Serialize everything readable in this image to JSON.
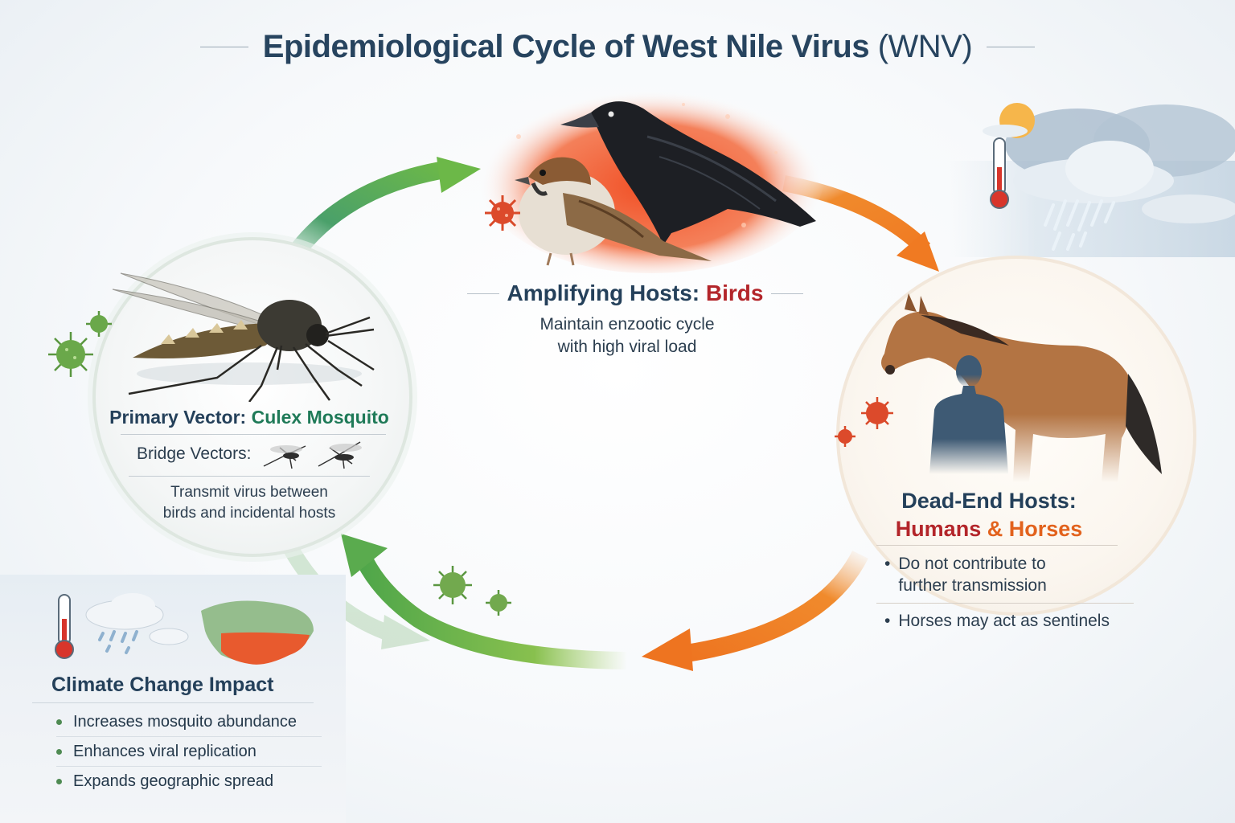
{
  "title": {
    "main": "Epidemiological Cycle of West Nile Virus",
    "abbrev": "(WNV)"
  },
  "amplifying_hosts": {
    "label": "Amplifying Hosts:",
    "highlight": "Birds",
    "description_line1": "Maintain enzootic cycle",
    "description_line2": "with high viral load",
    "illustrations": [
      "crow",
      "sparrow",
      "virus-particle"
    ]
  },
  "primary_vector": {
    "label": "Primary Vector:",
    "highlight": "Culex Mosquito",
    "bridge_label": "Bridge Vectors:",
    "description_line1": "Transmit virus between",
    "description_line2": "birds and incidental hosts",
    "illustrations": [
      "culex-mosquito",
      "bridge-mosquito",
      "bridge-mosquito",
      "virus-particle"
    ]
  },
  "dead_end_hosts": {
    "label": "Dead-End Hosts:",
    "highlight_a": "Humans",
    "ampersand": "&",
    "highlight_b": "Horses",
    "bullets": [
      {
        "line1": "Do not contribute to",
        "line2": "further transmission"
      },
      {
        "line1": "Horses may act as sentinels",
        "line2": ""
      }
    ],
    "illustrations": [
      "horse",
      "human-silhouette",
      "virus-particle"
    ]
  },
  "climate": {
    "title": "Climate Change Impact",
    "bullets": [
      "Increases mosquito abundance",
      "Enhances viral replication",
      "Expands geographic spread"
    ],
    "illustrations": [
      "thermometer",
      "rain-cloud",
      "north-america-map"
    ]
  },
  "cycle_arrows": [
    {
      "from": "mosquito",
      "to": "birds",
      "color": "#5aab4e"
    },
    {
      "from": "birds",
      "to": "dead-end-hosts",
      "color": "#f08a2c"
    },
    {
      "from": "dead-end-hosts",
      "to": "mosquito",
      "color": "#f07a22"
    },
    {
      "from": "birds-return",
      "to": "mosquito",
      "color": "#6cb848"
    }
  ],
  "colors": {
    "title": "#27445f",
    "birds_accent": "#b3252a",
    "vector_accent": "#1f7a58",
    "humans_accent": "#b3252a",
    "horses_accent": "#e2621d",
    "green_arrow": "#5aab4e",
    "orange_arrow": "#f07a22"
  }
}
